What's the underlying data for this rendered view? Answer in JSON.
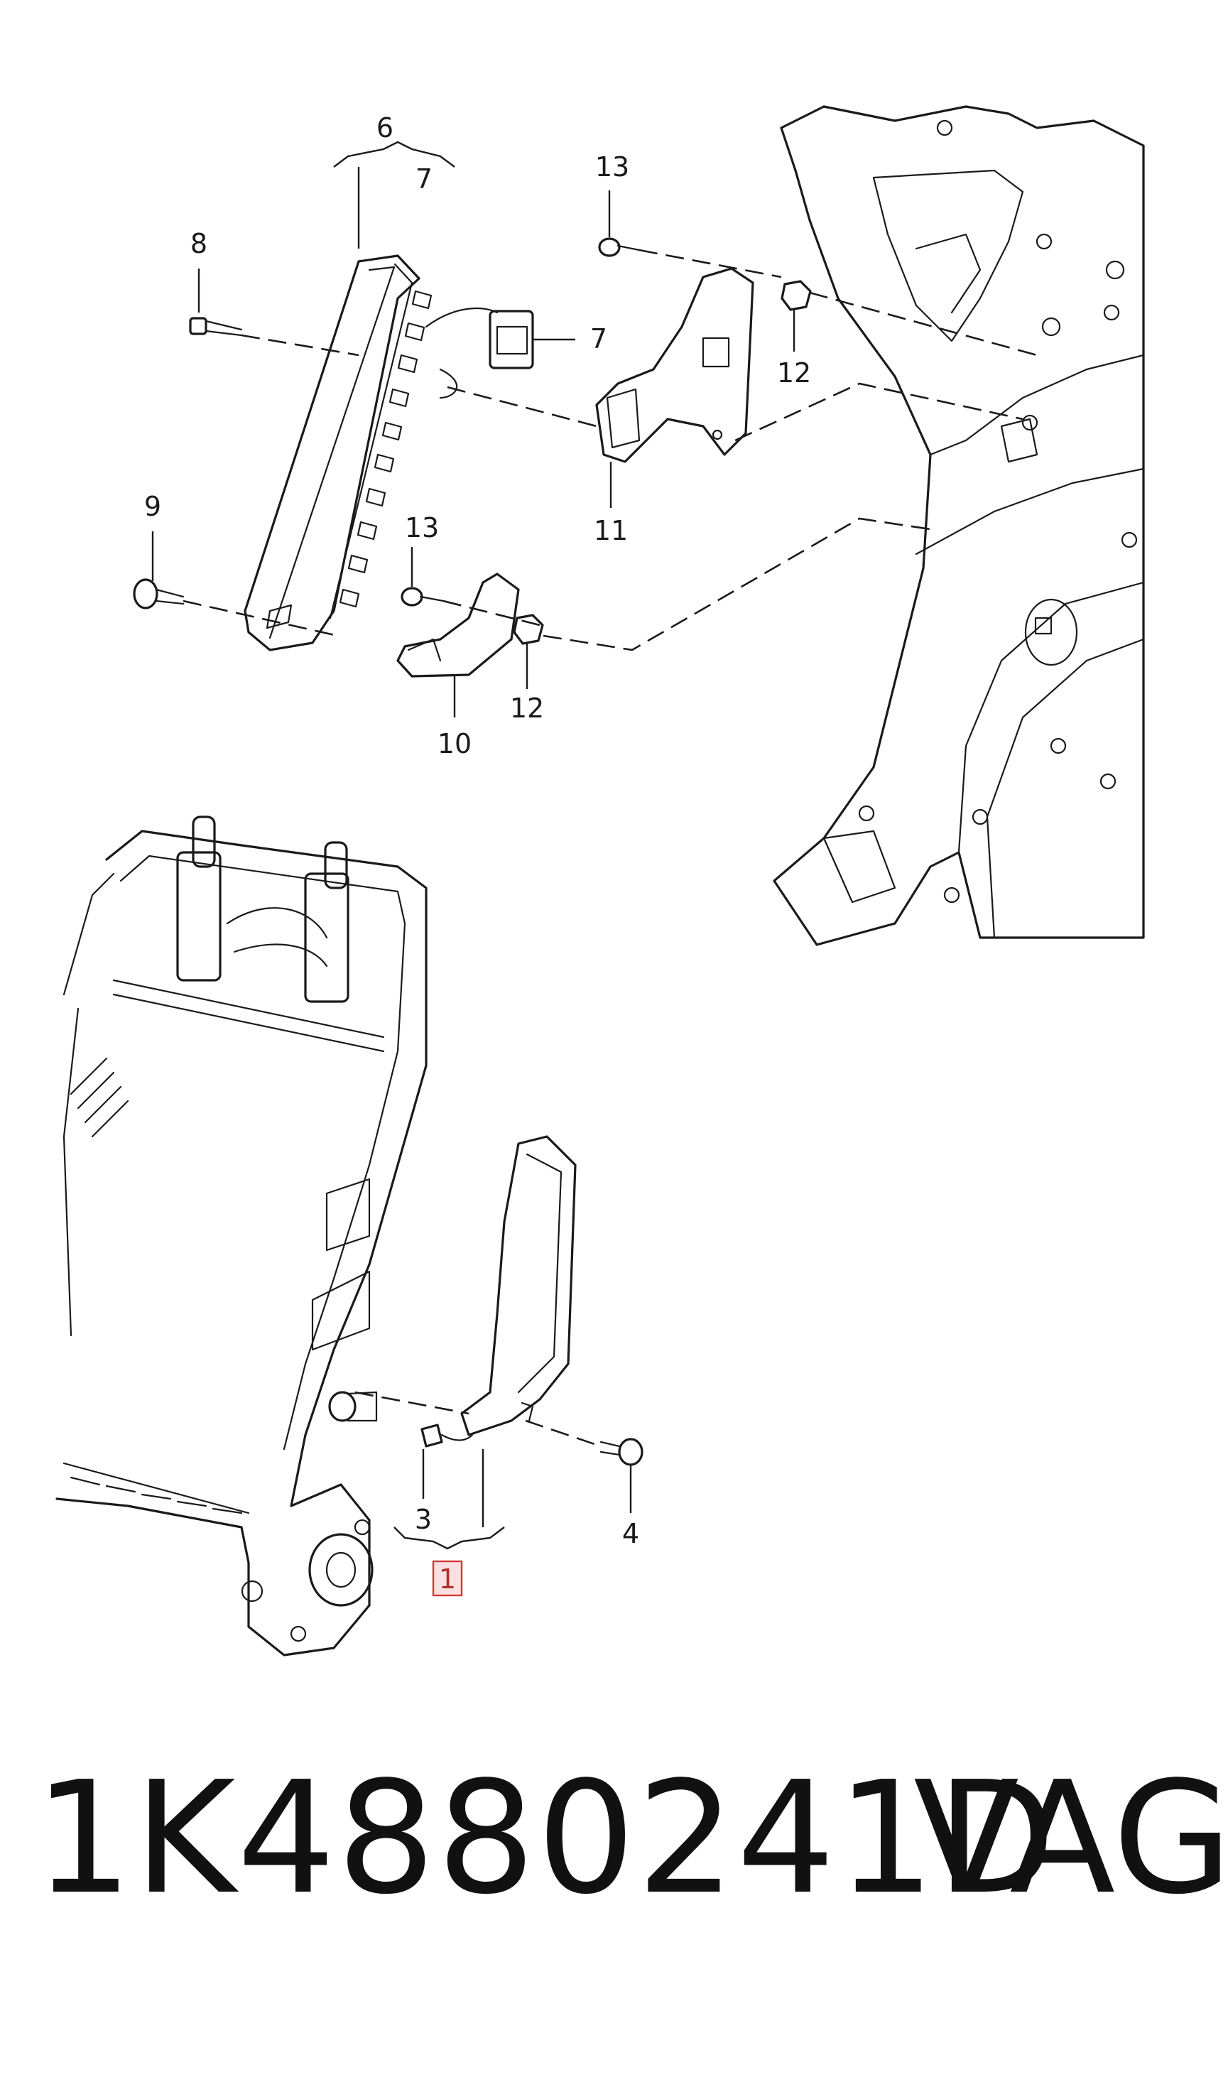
{
  "diagram": {
    "callouts": [
      {
        "id": "c6",
        "text": "6"
      },
      {
        "id": "c7a",
        "text": "7"
      },
      {
        "id": "c7b",
        "text": "7"
      },
      {
        "id": "c8",
        "text": "8"
      },
      {
        "id": "c9",
        "text": "9"
      },
      {
        "id": "c10",
        "text": "10"
      },
      {
        "id": "c11",
        "text": "11"
      },
      {
        "id": "c12a",
        "text": "12"
      },
      {
        "id": "c12b",
        "text": "12"
      },
      {
        "id": "c13a",
        "text": "13"
      },
      {
        "id": "c13b",
        "text": "13"
      },
      {
        "id": "c3",
        "text": "3"
      },
      {
        "id": "c4",
        "text": "4"
      },
      {
        "id": "c1",
        "text": "1"
      }
    ],
    "highlighted_part": "1"
  },
  "footer": {
    "part_number": "1K4880241D",
    "brand": "VAG"
  }
}
